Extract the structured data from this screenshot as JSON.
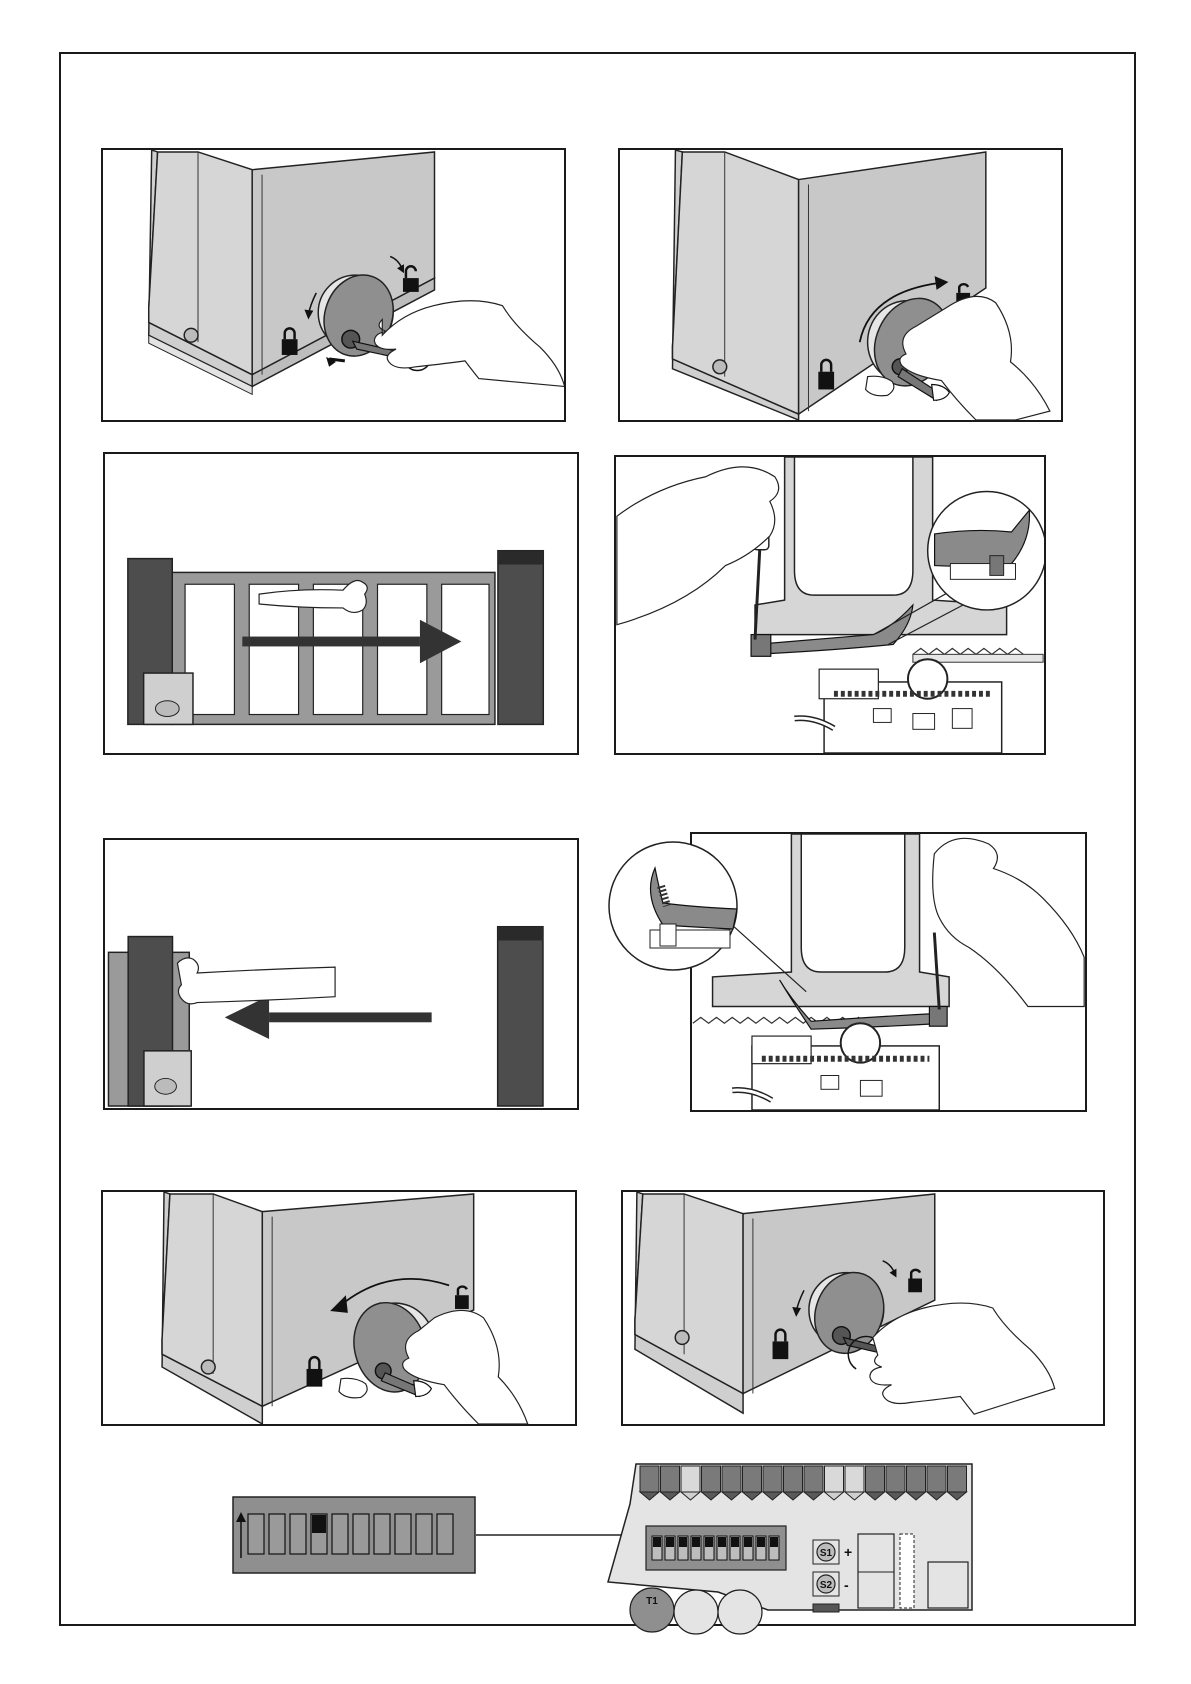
{
  "board": {
    "trimmer_labels": [
      "S1",
      "S2"
    ],
    "trimmer_signs": [
      "+",
      "-"
    ],
    "transformer_label": "T1"
  }
}
